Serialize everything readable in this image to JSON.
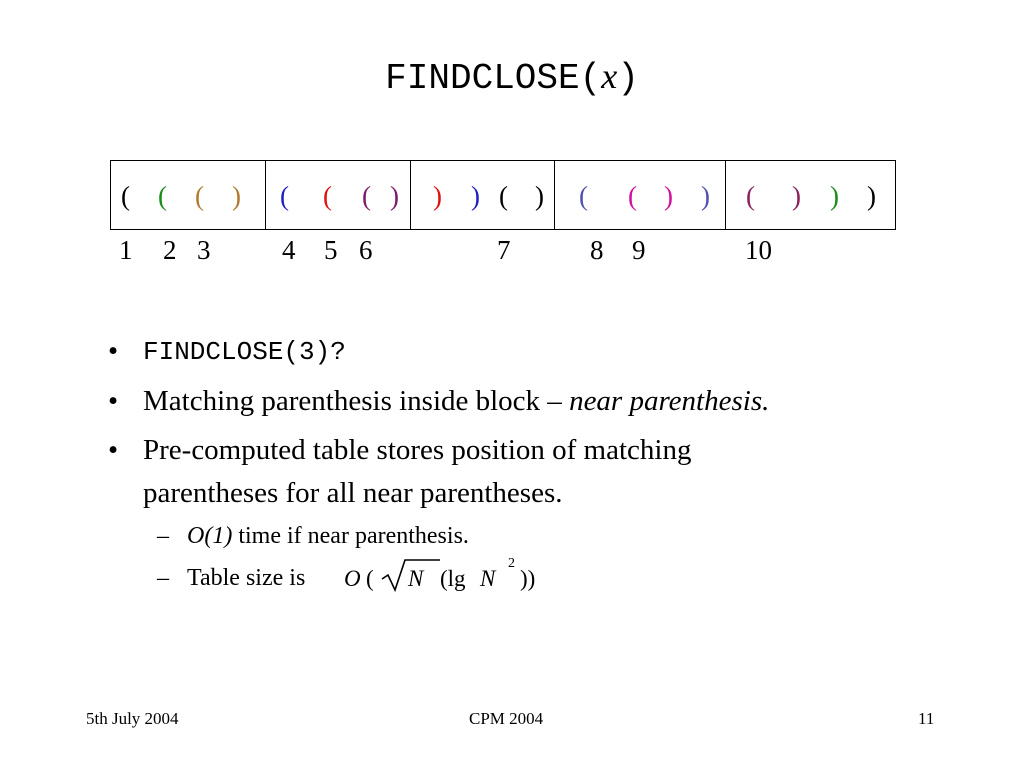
{
  "title": {
    "func": "FINDCLOSE(",
    "arg": "x",
    "close": ")"
  },
  "paren_blocks": [
    {
      "parens": [
        {
          "char": "(",
          "color": "#000000"
        },
        {
          "char": "(",
          "color": "#1a8c1a"
        },
        {
          "char": "(",
          "color": "#b07a2e"
        },
        {
          "char": ")",
          "color": "#b07a2e"
        }
      ]
    },
    {
      "parens": [
        {
          "char": "(",
          "color": "#2020c0"
        },
        {
          "char": "(",
          "color": "#e01010"
        },
        {
          "char": "(",
          "color": "#7a1a6a"
        },
        {
          "char": ")",
          "color": "#7a1a6a"
        }
      ]
    },
    {
      "parens": [
        {
          "char": ")",
          "color": "#e01010"
        },
        {
          "char": ")",
          "color": "#2020c0"
        },
        {
          "char": "(",
          "color": "#000000"
        },
        {
          "char": ")",
          "color": "#000000"
        }
      ]
    },
    {
      "parens": [
        {
          "char": "(",
          "color": "#5050b0"
        },
        {
          "char": "(",
          "color": "#d010a0"
        },
        {
          "char": ")",
          "color": "#d010a0"
        },
        {
          "char": ")",
          "color": "#5050b0"
        }
      ]
    },
    {
      "parens": [
        {
          "char": "(",
          "color": "#8a2060"
        },
        {
          "char": ")",
          "color": "#8a2060"
        },
        {
          "char": ")",
          "color": "#1a8c1a"
        },
        {
          "char": ")",
          "color": "#000000"
        }
      ]
    }
  ],
  "indices": [
    "1",
    "2",
    "3",
    "4",
    "5",
    "6",
    "7",
    "8",
    "9",
    "10"
  ],
  "bullets": {
    "b1": "FINDCLOSE(3)?",
    "b2_text": "Matching parenthesis inside block – ",
    "b2_italic": "near parenthesis.",
    "b3_line1": "Pre-computed table stores position of matching",
    "b3_line2": "parentheses for all near parentheses.",
    "s1_italic": "O(1)",
    "s1_text": " time if near parenthesis.",
    "s2_text": "Table size is",
    "bullet_char": "•",
    "dash_char": "–"
  },
  "formula": {
    "O": "O",
    "lparen": "(",
    "N": "N",
    "lg": "(lg",
    "N2": "N",
    "exp": "2",
    "rparen": "))"
  },
  "footer": {
    "date": "5th July 2004",
    "conf": "CPM 2004",
    "page": "11"
  }
}
